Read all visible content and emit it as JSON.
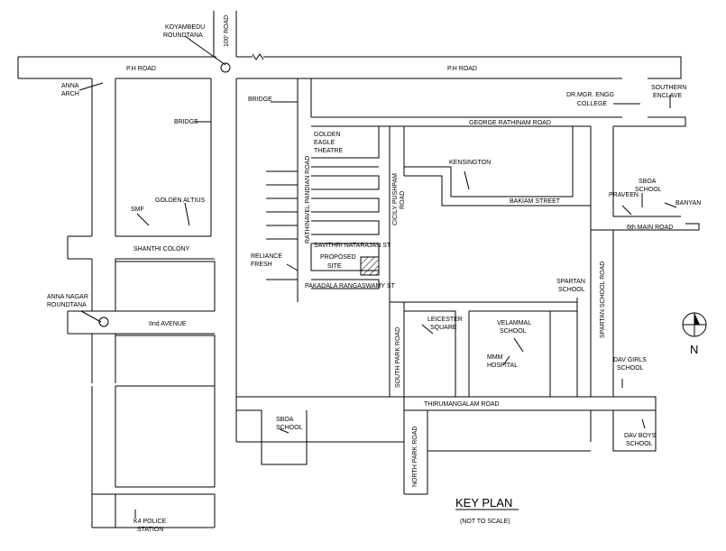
{
  "title": "KEY PLAN",
  "subtitle": "(NOT TO SCALE)",
  "north": "N",
  "roads": {
    "ph_road_west": "P.H ROAD",
    "ph_road_east": "P.H ROAD",
    "road_100ft": "100' ROAD",
    "george_rathinam": "GEORGE RATHINAM ROAD",
    "bakiam_street": "BAKIAM STREET",
    "sixth_main": "6th MAIN ROAD",
    "shanthi_colony": "SHANTHI COLONY",
    "second_avenue": "IInd AVENUE",
    "thirumangalam": "THIRUMANGALAM ROAD",
    "rathinavel_pandian": "RATHINAVEL PANDIAN ROAD",
    "cicily_pushpam_1": "CICILY PUSHPAM",
    "cicily_pushpam_2": "ROAD",
    "savithri_natarajan": "SAVITHRI NATARAJAN ST",
    "pakadala_rangaswamy": "PAKADALA RANGASWAMY ST",
    "south_park": "SOUTH PARK ROAD",
    "north_park": "NORTH PARK ROAD",
    "spartan_school_road": "SPARTAN SCHOOL ROAD"
  },
  "landmarks": {
    "koyambedu_1": "KOYAMBEDU",
    "koyambedu_2": "ROUNDTANA",
    "anna_arch_1": "ANNA",
    "anna_arch_2": "ARCH",
    "bridge_left": "BRIDGE",
    "bridge_right": "BRIDGE",
    "golden_eagle_1": "GOLDEN",
    "golden_eagle_2": "EAGLE",
    "golden_eagle_3": "THEATRE",
    "kensington": "KENSINGTON",
    "drmgr_1": "DR.MGR. ENGG",
    "drmgr_2": "COLLEGE",
    "southern_enclave_1": "SOUTHERN",
    "southern_enclave_2": "ENCLAVE",
    "smf": "SMF",
    "golden_altius": "GOLDEN ALTIUS",
    "praveen": "PRAVEEN",
    "sboa_school_top_1": "SBOA",
    "sboa_school_top_2": "SCHOOL",
    "banyan": "BANYAN",
    "reliance_fresh_1": "RELIANCE",
    "reliance_fresh_2": "FRESH",
    "proposed_site_1": "PROPOSED",
    "proposed_site_2": "SITE",
    "anna_nagar_1": "ANNA NAGAR",
    "anna_nagar_2": "ROUNDTANA",
    "spartan_school_1": "SPARTAN",
    "spartan_school_2": "SCHOOL",
    "leicester_1": "LEICESTER",
    "leicester_2": "SQUARE",
    "velammal_1": "VELAMMAL",
    "velammal_2": "SCHOOL",
    "mmm_1": "MMM",
    "mmm_2": "HOSPITAL",
    "dav_girls_1": "DAV GIRLS",
    "dav_girls_2": "SCHOOL",
    "sboa_school_bottom_1": "SBOA",
    "sboa_school_bottom_2": "SCHOOL",
    "dav_boys_1": "DAV BOYS",
    "dav_boys_2": "SCHOOL",
    "k4_1": "K4 POLICE",
    "k4_2": "STATION"
  }
}
